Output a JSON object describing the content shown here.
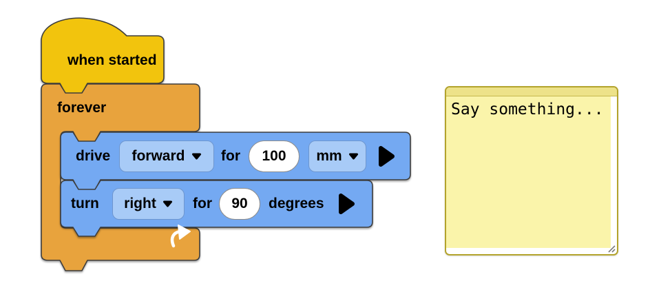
{
  "workspace": {
    "hat_block": {
      "label": "when started"
    },
    "forever_block": {
      "label": "forever"
    },
    "drive_block": {
      "label": "drive",
      "direction_dropdown": {
        "value": "forward"
      },
      "for_label": "for",
      "distance_input": {
        "value": "100"
      },
      "unit_dropdown": {
        "value": "mm"
      }
    },
    "turn_block": {
      "label": "turn",
      "direction_dropdown": {
        "value": "right"
      },
      "for_label": "for",
      "angle_input": {
        "value": "90"
      },
      "unit_label": "degrees"
    }
  },
  "note": {
    "text": "Say something..."
  },
  "icons": {
    "dropdown_caret": "caret-down",
    "expand_block": "play-triangle",
    "loop_repeat": "curved-arrow",
    "note_resize": "diagonal-grip"
  },
  "colors": {
    "hat_fill": "#F2C40D",
    "control_fill": "#E8A33D",
    "drivetrain_fill": "#74A9F2",
    "dropdown_fill": "#A8CBF7",
    "block_outline": "#3D3D3D",
    "note_border": "#B3A32C",
    "note_header": "#EDE289",
    "note_body": "#FAF4AA"
  }
}
